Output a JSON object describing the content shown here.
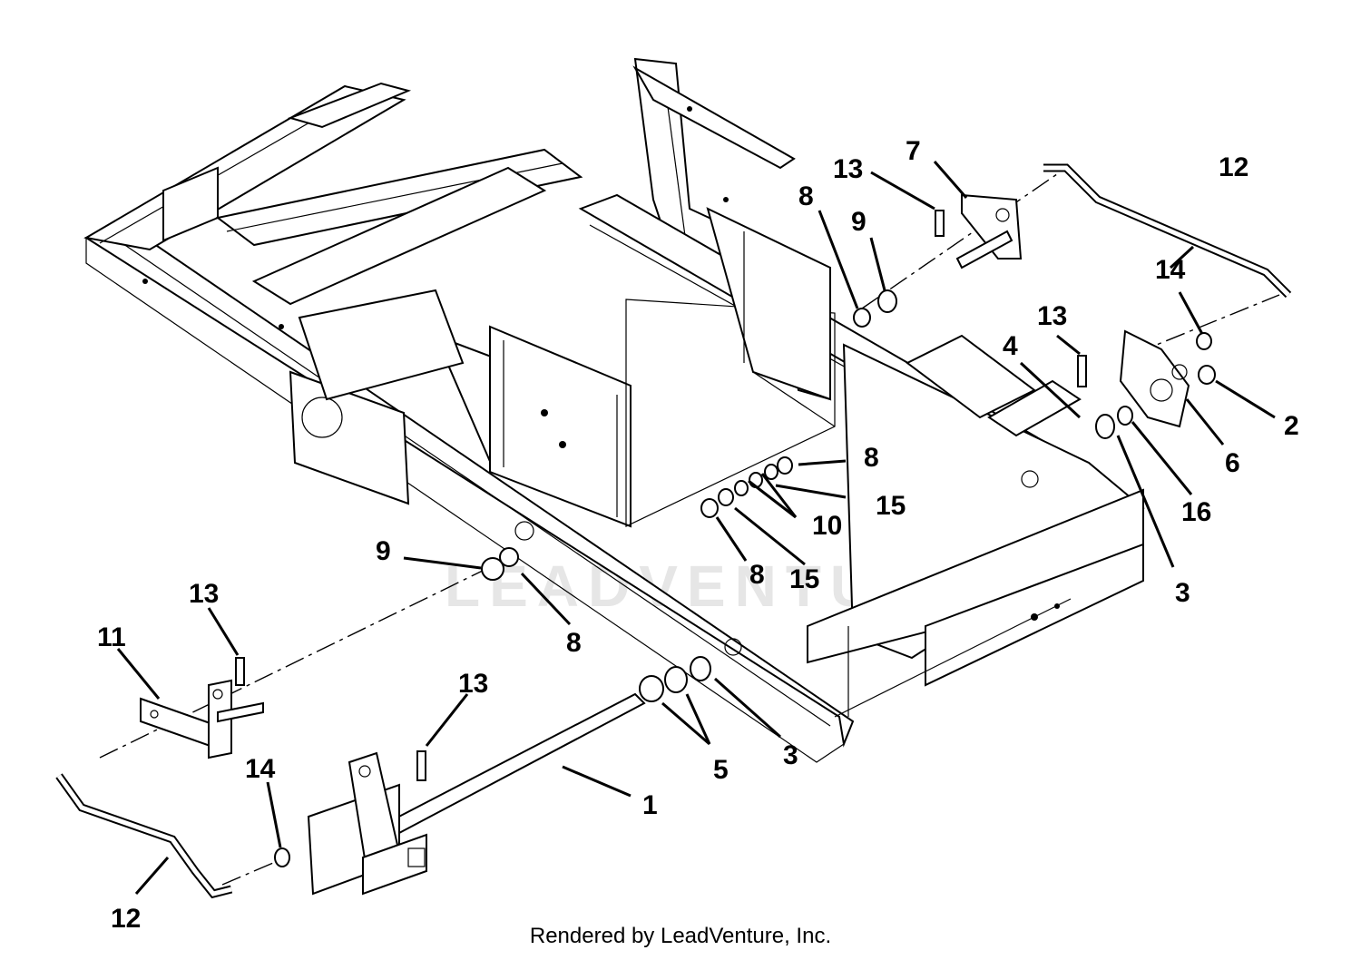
{
  "watermark": "LEADVENTURE",
  "footer": "Rendered by LeadVenture, Inc.",
  "callouts": [
    {
      "id": "c1",
      "label": "1"
    },
    {
      "id": "c2",
      "label": "2"
    },
    {
      "id": "c3a",
      "label": "3"
    },
    {
      "id": "c3b",
      "label": "3"
    },
    {
      "id": "c4",
      "label": "4"
    },
    {
      "id": "c5",
      "label": "5"
    },
    {
      "id": "c6",
      "label": "6"
    },
    {
      "id": "c7",
      "label": "7"
    },
    {
      "id": "c8a",
      "label": "8"
    },
    {
      "id": "c8b",
      "label": "8"
    },
    {
      "id": "c8c",
      "label": "8"
    },
    {
      "id": "c8d",
      "label": "8"
    },
    {
      "id": "c9a",
      "label": "9"
    },
    {
      "id": "c9b",
      "label": "9"
    },
    {
      "id": "c10",
      "label": "10"
    },
    {
      "id": "c11",
      "label": "11"
    },
    {
      "id": "c12a",
      "label": "12"
    },
    {
      "id": "c12b",
      "label": "12"
    },
    {
      "id": "c13a",
      "label": "13"
    },
    {
      "id": "c13b",
      "label": "13"
    },
    {
      "id": "c13c",
      "label": "13"
    },
    {
      "id": "c13d",
      "label": "13"
    },
    {
      "id": "c14a",
      "label": "14"
    },
    {
      "id": "c14b",
      "label": "14"
    },
    {
      "id": "c15a",
      "label": "15"
    },
    {
      "id": "c15b",
      "label": "15"
    },
    {
      "id": "c16",
      "label": "16"
    }
  ]
}
